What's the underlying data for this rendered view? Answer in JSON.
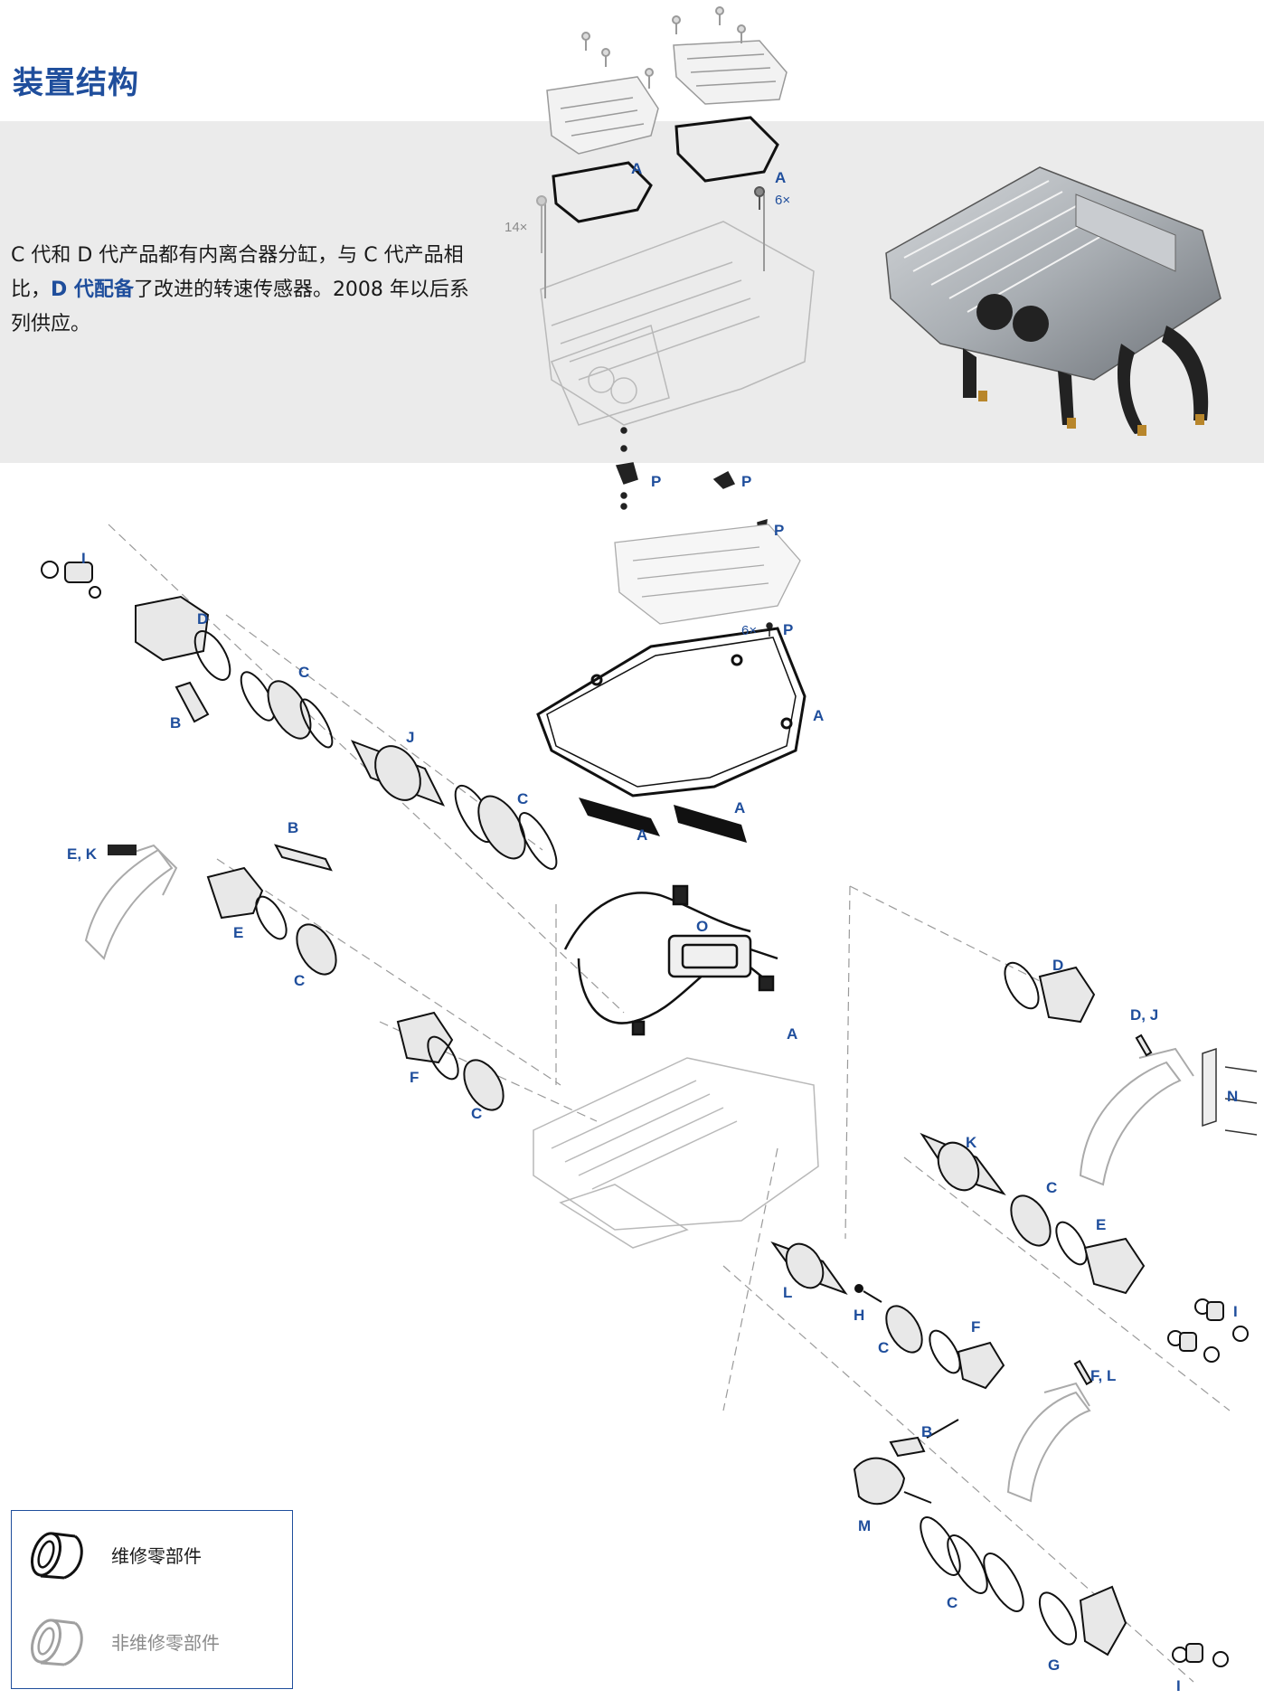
{
  "page": {
    "title": "装置结构",
    "intro_before": "C 代和 D 代产品都有内离合器分缸，与 C 代产品相比，",
    "intro_highlight": "D 代配备",
    "intro_after": "了改进的转速传感器。2008 年以后系列供应。"
  },
  "colors": {
    "accent": "#1f4e9c",
    "band": "#ebebeb",
    "muted": "#9a9a9a"
  },
  "labels": {
    "a_top1": "A",
    "a_top2": "A",
    "qty_6x": "6×",
    "qty_14x": "14×",
    "p1": "P",
    "p2": "P",
    "p3": "P",
    "qty_6x_p": "6×",
    "p4": "P",
    "i_left": "I",
    "d_left": "D",
    "c1": "C",
    "b1": "B",
    "j": "J",
    "a_gasket": "A",
    "c2": "C",
    "a_right": "A",
    "b2": "B",
    "a_mid": "A",
    "ek": "E, K",
    "e_left": "E",
    "c3": "C",
    "o": "O",
    "f_left": "F",
    "c4": "C",
    "a_small": "A",
    "d_right": "D",
    "dj": "D, J",
    "n": "N",
    "k": "K",
    "c5": "C",
    "e_right": "E",
    "l": "L",
    "h": "H",
    "c6": "C",
    "f_right": "F",
    "i_right": "I",
    "fl": "F, L",
    "b3": "B",
    "m": "M",
    "c7": "C",
    "g": "G",
    "i_bottom": "I"
  },
  "legend": {
    "serviceable": "维修零部件",
    "non_serviceable": "非维修零部件"
  }
}
